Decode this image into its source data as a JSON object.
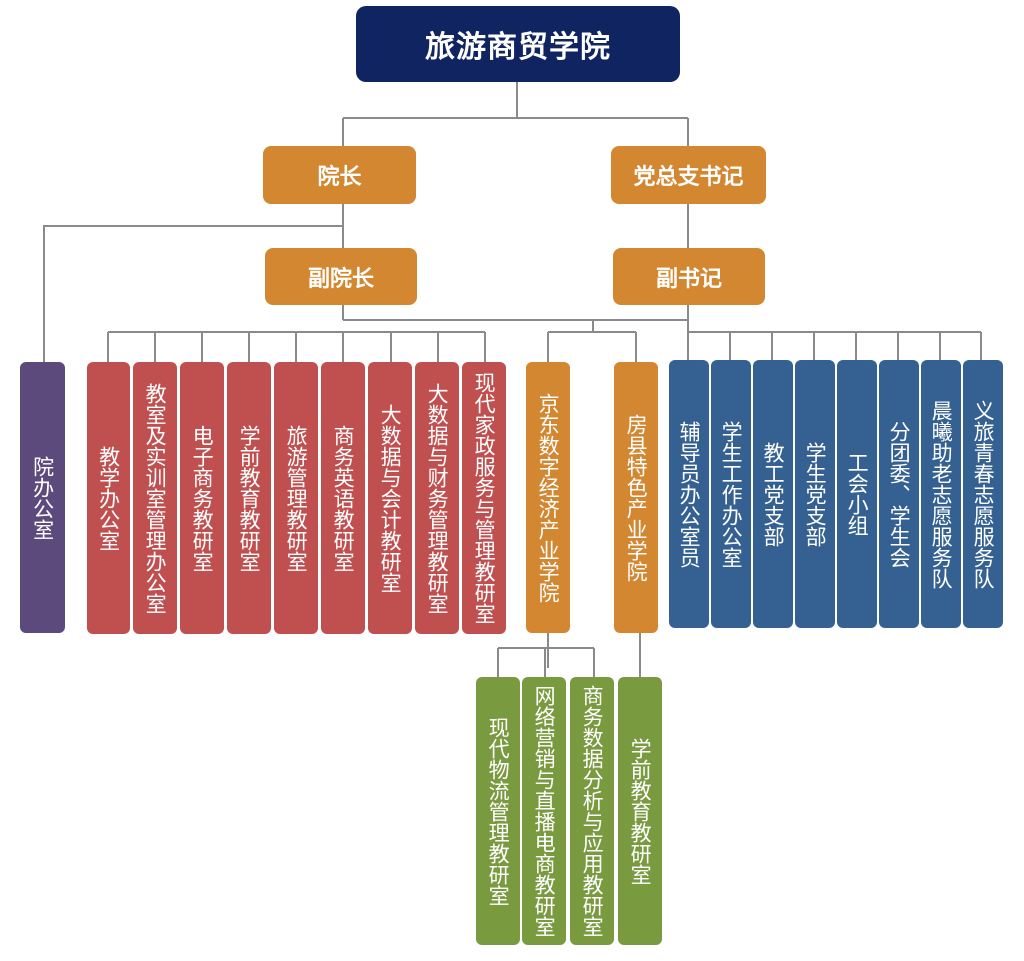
{
  "root": "旅游商贸学院",
  "leaders": {
    "dean": "院长",
    "party_secretary": "党总支书记",
    "vice_dean": "副院长",
    "deputy_secretary": "副书记"
  },
  "dean_office": "院办公室",
  "vice_dean_units": [
    "教学办公室",
    "教室及实训室管理办公室",
    "电子商务教研室",
    "学前教育教研室",
    "旅游管理教研室",
    "商务英语教研室",
    "大数据与会计教研室",
    "大数据与财务管理教研室",
    "现代家政服务与管理教研室"
  ],
  "industry_colleges": [
    {
      "name": "京东数字经济产业学院",
      "units": [
        "现代物流管理教研室",
        "网络营销与直播电商教研室",
        "商务数据分析与应用教研室"
      ]
    },
    {
      "name": "房县特色产业学院",
      "units": [
        "学前教育教研室"
      ]
    }
  ],
  "deputy_secretary_units": [
    "辅导员办公室员",
    "学生工作办公室",
    "教工党支部",
    "学生党支部",
    "工会小组",
    "分团委、学生会",
    "晨曦助老志愿服务队",
    "义旅青春志愿服务队"
  ],
  "colors": {
    "root": "#0f2460",
    "leader": "#d38730",
    "office": "#5d4a7d",
    "teaching": "#c05050",
    "college": "#d38730",
    "student_work": "#356192",
    "college_unit": "#7a9a40",
    "connector": "#8a8a8a"
  }
}
